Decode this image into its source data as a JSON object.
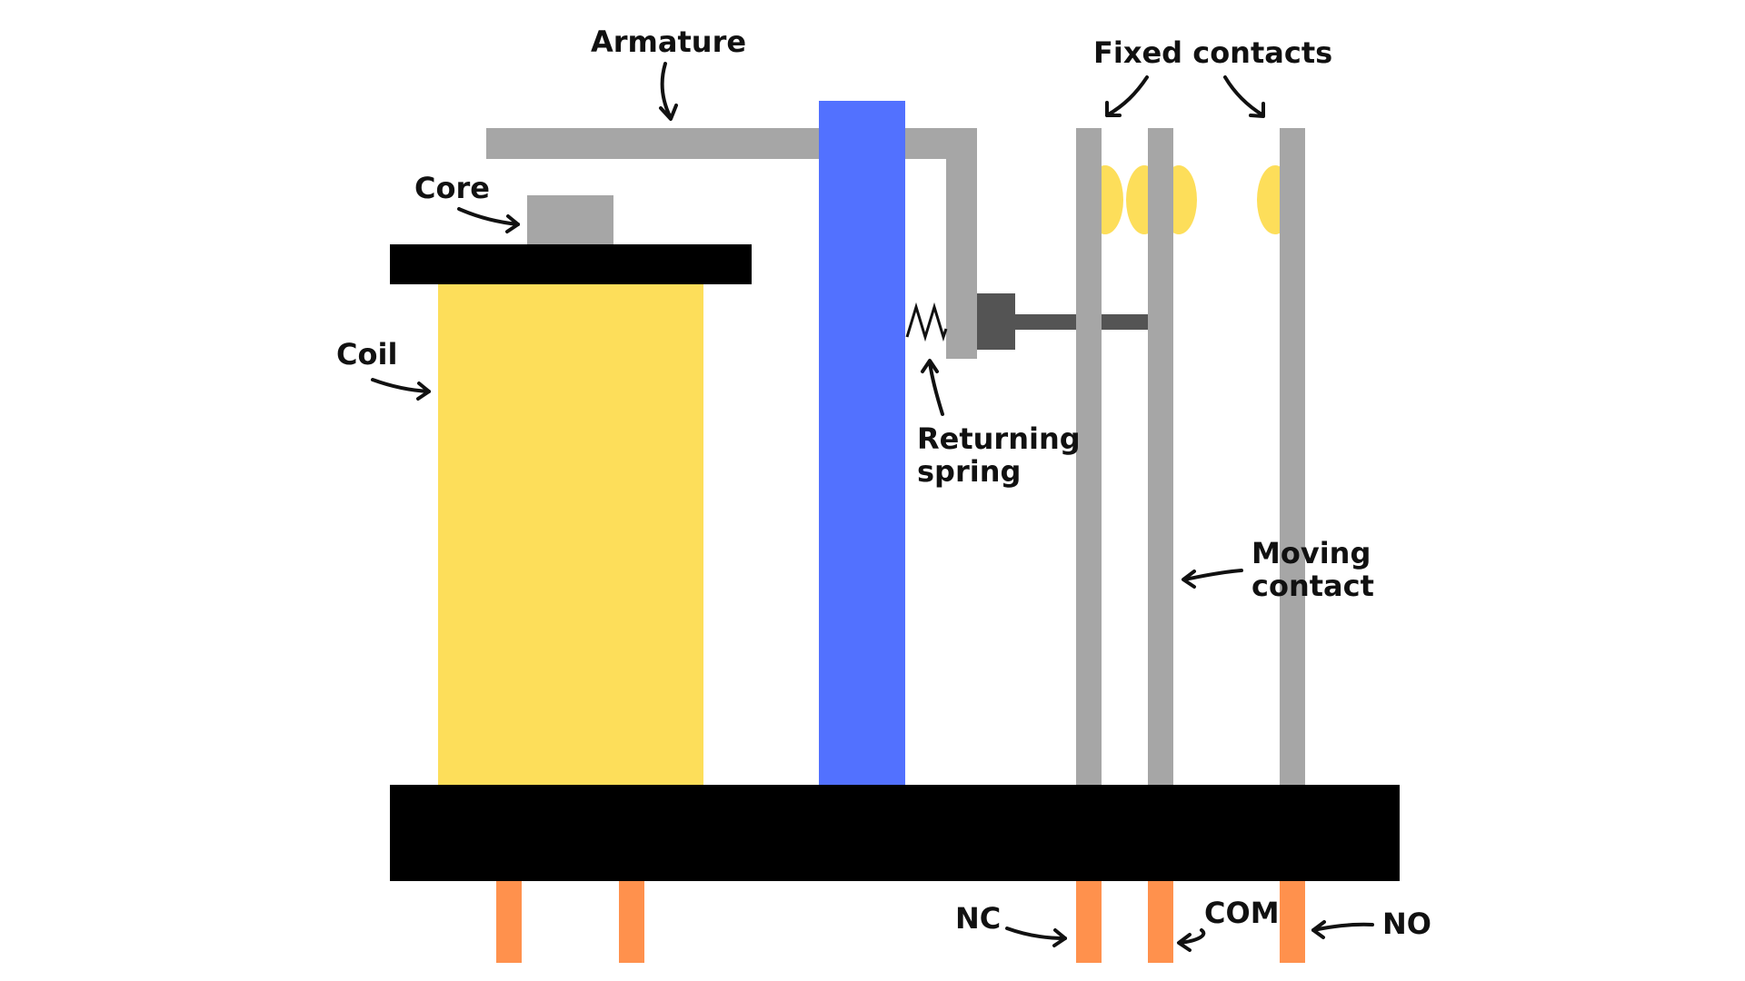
{
  "labels": {
    "armature": "Armature",
    "fixed_contacts": "Fixed contacts",
    "core": "Core",
    "coil": "Coil",
    "returning_spring_line1": "Returning",
    "returning_spring_line2": "spring",
    "moving_contact_line1": "Moving",
    "moving_contact_line2": "contact",
    "nc": "NC",
    "com": "COM",
    "no": "NO"
  },
  "colors": {
    "coil": "#FDDE5A",
    "core": "#A6A6A6",
    "armature": "#A6A6A6",
    "yoke": "#5271FF",
    "base": "#000000",
    "contact_blade": "#A6A6A6",
    "contact_point": "#FDDE5A",
    "actuator": "#545454",
    "pin": "#FF914D",
    "text": "#111111"
  }
}
